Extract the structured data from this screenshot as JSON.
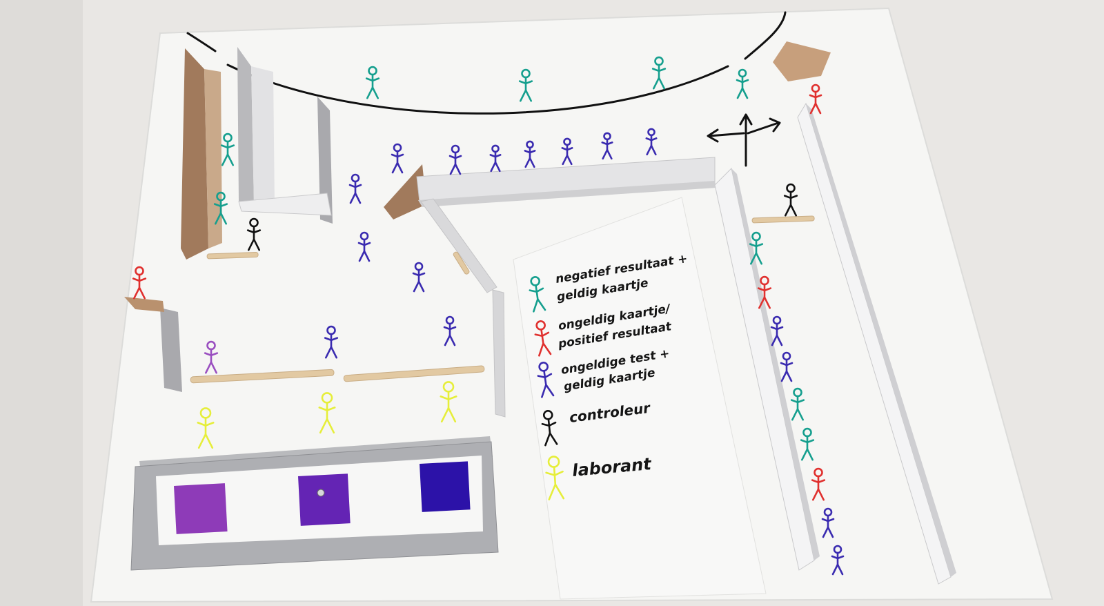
{
  "legend": {
    "items": [
      {
        "line1": "negatief resultaat +",
        "line2": "geldig kaartje",
        "color": "#159f8e",
        "figure": "green-stick-figure-icon"
      },
      {
        "line1": "ongeldig kaartje/",
        "line2": "positief resultaat",
        "color": "#e0302e",
        "figure": "red-stick-figure-icon"
      },
      {
        "line1": "ongeldige test +",
        "line2": "geldig kaartje",
        "color": "#3a2bb0",
        "figure": "blue-stick-figure-icon"
      },
      {
        "line1": "controleur",
        "line2": "",
        "color": "#111111",
        "figure": "black-stick-figure-icon"
      },
      {
        "line1": "laborant",
        "line2": "",
        "color": "#e6ee3a",
        "figure": "yellow-stick-figure-icon"
      }
    ]
  },
  "colors": {
    "table": "#e9e7e4",
    "board": "#f6f6f4",
    "cardboard": "#a17a5c",
    "grey_wall": "#b9b9bc",
    "tape": "#a9aaae",
    "popsicle": "#e2c9a2",
    "paint_magenta": "#8e3bb8",
    "paint_violet": "#6424b4",
    "paint_indigo": "#2c12a8"
  }
}
